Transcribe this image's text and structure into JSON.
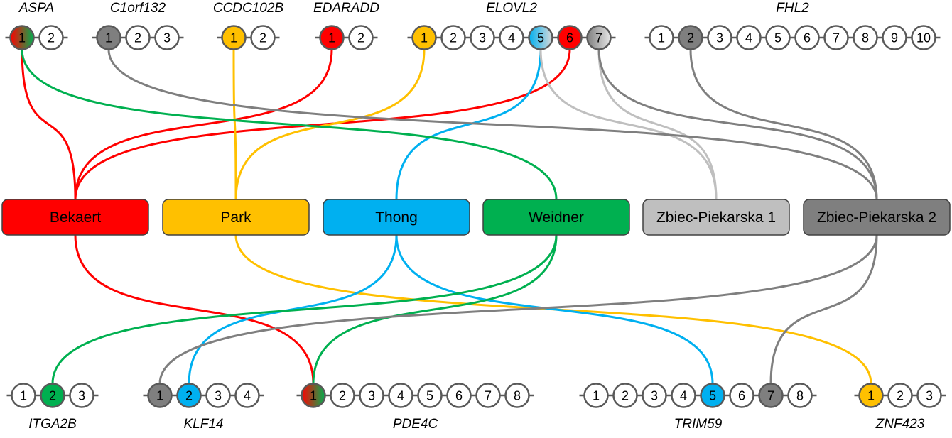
{
  "colors": {
    "red": "#ff0000",
    "yellow": "#ffc000",
    "blue": "#00b0f0",
    "green": "#00b050",
    "light_gray": "#bfbfbf",
    "dark_gray": "#7f7f7f",
    "outline": "#595959",
    "white": "#ffffff"
  },
  "top_genes": [
    {
      "name": "ASPA",
      "labels": [
        "1",
        "2"
      ],
      "fills": [
        "redgreen",
        "white"
      ]
    },
    {
      "name": "C1orf132",
      "labels": [
        "1",
        "2",
        "3"
      ],
      "fills": [
        "dark_gray",
        "white",
        "white"
      ]
    },
    {
      "name": "CCDC102B",
      "labels": [
        "1",
        "2"
      ],
      "fills": [
        "yellow",
        "white"
      ]
    },
    {
      "name": "EDARADD",
      "labels": [
        "1",
        "2"
      ],
      "fills": [
        "red",
        "white"
      ]
    },
    {
      "name": "ELOVL2",
      "labels": [
        "1",
        "2",
        "3",
        "4",
        "5",
        "6",
        "7"
      ],
      "fills": [
        "yellow",
        "white",
        "white",
        "white",
        "bluegray",
        "red",
        "graygrad"
      ]
    },
    {
      "name": "FHL2",
      "labels": [
        "1",
        "2",
        "3",
        "4",
        "5",
        "6",
        "7",
        "8",
        "9",
        "10"
      ],
      "fills": [
        "white",
        "dark_gray",
        "white",
        "white",
        "white",
        "white",
        "white",
        "white",
        "white",
        "white"
      ]
    }
  ],
  "bottom_genes": [
    {
      "name": "ITGA2B",
      "labels": [
        "1",
        "2",
        "3"
      ],
      "fills": [
        "white",
        "green",
        "white"
      ]
    },
    {
      "name": "KLF14",
      "labels": [
        "1",
        "2",
        "3",
        "4"
      ],
      "fills": [
        "dark_gray",
        "blue",
        "white",
        "white"
      ]
    },
    {
      "name": "PDE4C",
      "labels": [
        "1",
        "2",
        "3",
        "4",
        "5",
        "6",
        "7",
        "8"
      ],
      "fills": [
        "redgreen",
        "white",
        "white",
        "white",
        "white",
        "white",
        "white",
        "white"
      ]
    },
    {
      "name": "TRIM59",
      "labels": [
        "1",
        "2",
        "3",
        "4",
        "5",
        "6",
        "7",
        "8"
      ],
      "fills": [
        "white",
        "white",
        "white",
        "white",
        "blue",
        "white",
        "dark_gray",
        "white"
      ]
    },
    {
      "name": "ZNF423",
      "labels": [
        "1",
        "2",
        "3"
      ],
      "fills": [
        "yellow",
        "white",
        "white"
      ]
    }
  ],
  "studies": [
    {
      "name": "Bekaert",
      "color": "red",
      "text_color": "#000000"
    },
    {
      "name": "Park",
      "color": "yellow",
      "text_color": "#000000"
    },
    {
      "name": "Thong",
      "color": "blue",
      "text_color": "#000000"
    },
    {
      "name": "Weidner",
      "color": "green",
      "text_color": "#000000"
    },
    {
      "name": "Zbiec-Piekarska 1",
      "color": "light_gray",
      "text_color": "#000000"
    },
    {
      "name": "Zbiec-Piekarska 2",
      "color": "dark_gray",
      "text_color": "#000000"
    }
  ],
  "links": [
    {
      "study": 0,
      "gene": "ASPA",
      "site": 1,
      "color": "red"
    },
    {
      "study": 0,
      "gene": "EDARADD",
      "site": 1,
      "color": "red"
    },
    {
      "study": 0,
      "gene": "ELOVL2",
      "site": 6,
      "color": "red"
    },
    {
      "study": 0,
      "gene": "PDE4C",
      "site": 1,
      "color": "red"
    },
    {
      "study": 1,
      "gene": "CCDC102B",
      "site": 1,
      "color": "yellow"
    },
    {
      "study": 1,
      "gene": "ELOVL2",
      "site": 1,
      "color": "yellow"
    },
    {
      "study": 1,
      "gene": "ZNF423",
      "site": 1,
      "color": "yellow"
    },
    {
      "study": 2,
      "gene": "ELOVL2",
      "site": 5,
      "color": "blue"
    },
    {
      "study": 2,
      "gene": "KLF14",
      "site": 2,
      "color": "blue"
    },
    {
      "study": 2,
      "gene": "TRIM59",
      "site": 5,
      "color": "blue"
    },
    {
      "study": 3,
      "gene": "ASPA",
      "site": 1,
      "color": "green"
    },
    {
      "study": 3,
      "gene": "ITGA2B",
      "site": 2,
      "color": "green"
    },
    {
      "study": 3,
      "gene": "PDE4C",
      "site": 1,
      "color": "green"
    },
    {
      "study": 4,
      "gene": "ELOVL2",
      "site": 5,
      "color": "light_gray"
    },
    {
      "study": 4,
      "gene": "ELOVL2",
      "site": 7,
      "color": "light_gray"
    },
    {
      "study": 5,
      "gene": "C1orf132",
      "site": 1,
      "color": "dark_gray"
    },
    {
      "study": 5,
      "gene": "ELOVL2",
      "site": 7,
      "color": "dark_gray"
    },
    {
      "study": 5,
      "gene": "FHL2",
      "site": 2,
      "color": "dark_gray"
    },
    {
      "study": 5,
      "gene": "KLF14",
      "site": 1,
      "color": "dark_gray"
    },
    {
      "study": 5,
      "gene": "TRIM59",
      "site": 7,
      "color": "dark_gray"
    }
  ]
}
